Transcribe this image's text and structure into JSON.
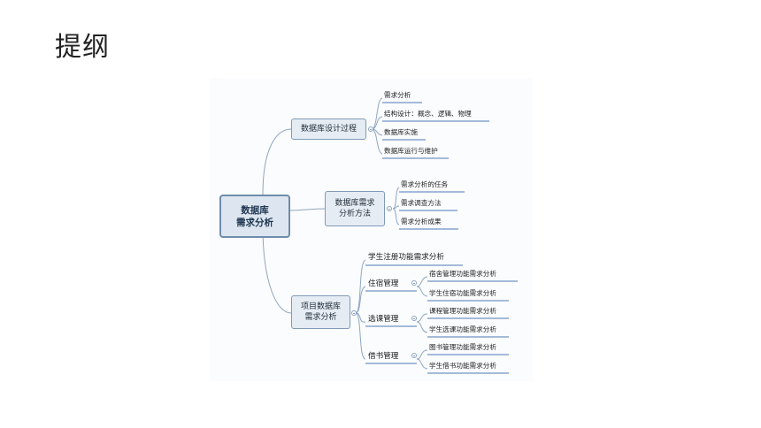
{
  "slide": {
    "title": "提纲"
  },
  "mindmap": {
    "root": {
      "line1": "数据库",
      "line2": "需求分析"
    },
    "branch1": {
      "label": "数据库设计过程",
      "leaves": [
        "需求分析",
        "结构设计：概念、逻辑、物理",
        "数据库实施",
        "数据库运行与维护"
      ]
    },
    "branch2": {
      "line1": "数据库需求",
      "line2": "分析方法",
      "leaves": [
        "需求分析的任务",
        "需求调查方法",
        "需求分析成果"
      ]
    },
    "branch3": {
      "line1": "项目数据库",
      "line2": "需求分析",
      "direct_leaf": "学生注册功能需求分析",
      "subs": [
        {
          "label": "住宿管理",
          "leaves": [
            "宿舍管理功能需求分析",
            "学生住宿功能需求分析"
          ]
        },
        {
          "label": "选课管理",
          "leaves": [
            "课程管理功能需求分析",
            "学生选课功能需求分析"
          ]
        },
        {
          "label": "借书管理",
          "leaves": [
            "图书管理功能需求分析",
            "学生借书功能需求分析"
          ]
        }
      ]
    }
  },
  "colors": {
    "connector": "#8fa6c0",
    "underline": "#6f93c4",
    "node_fill": "#e6ecf3",
    "node_border": "#7f9bb8"
  }
}
